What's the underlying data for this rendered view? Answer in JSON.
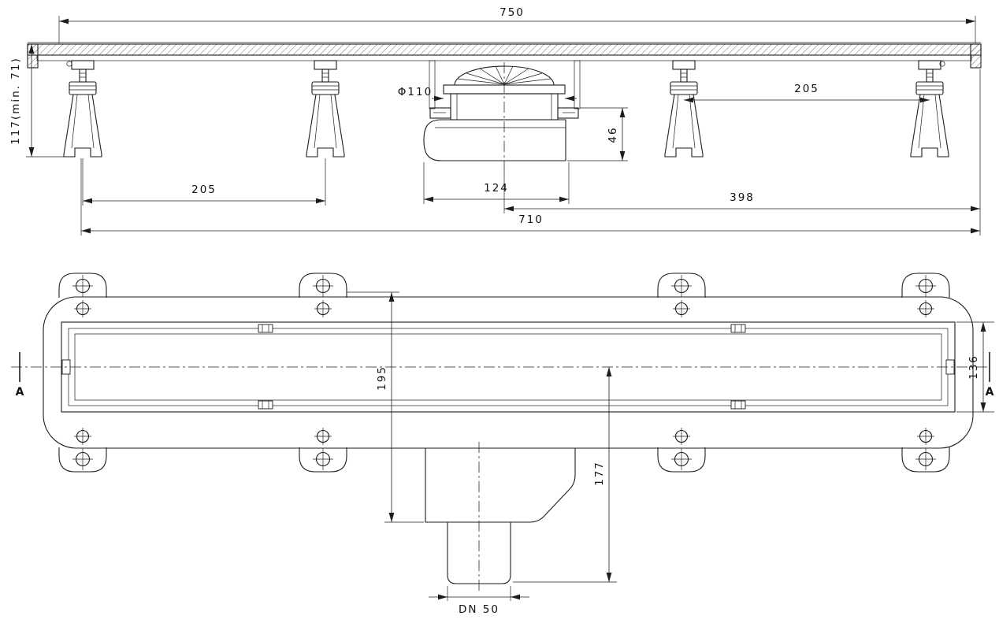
{
  "document": {
    "type": "technical-drawing",
    "subject": "linear shower drain channel with adjustable feet and DN 50 outlet",
    "background_color": "#ffffff",
    "line_color": "#1d1d1d"
  },
  "elevation_view": {
    "dims": {
      "overall_top": "750",
      "installation_height": "117(min. 71)",
      "trap_diameter": "Φ110",
      "outlet_height": "46",
      "leg_spacing_right": "205",
      "leg_spacing_left": "205",
      "trap_width": "124",
      "center_to_end": "398",
      "overall_bottom": "710"
    }
  },
  "plan_view": {
    "dims": {
      "overall_depth": "195",
      "channel_depth": "136",
      "outlet_drop": "177",
      "pipe_size": "DN 50"
    },
    "section_markers": {
      "left": "A",
      "right": "A"
    }
  }
}
